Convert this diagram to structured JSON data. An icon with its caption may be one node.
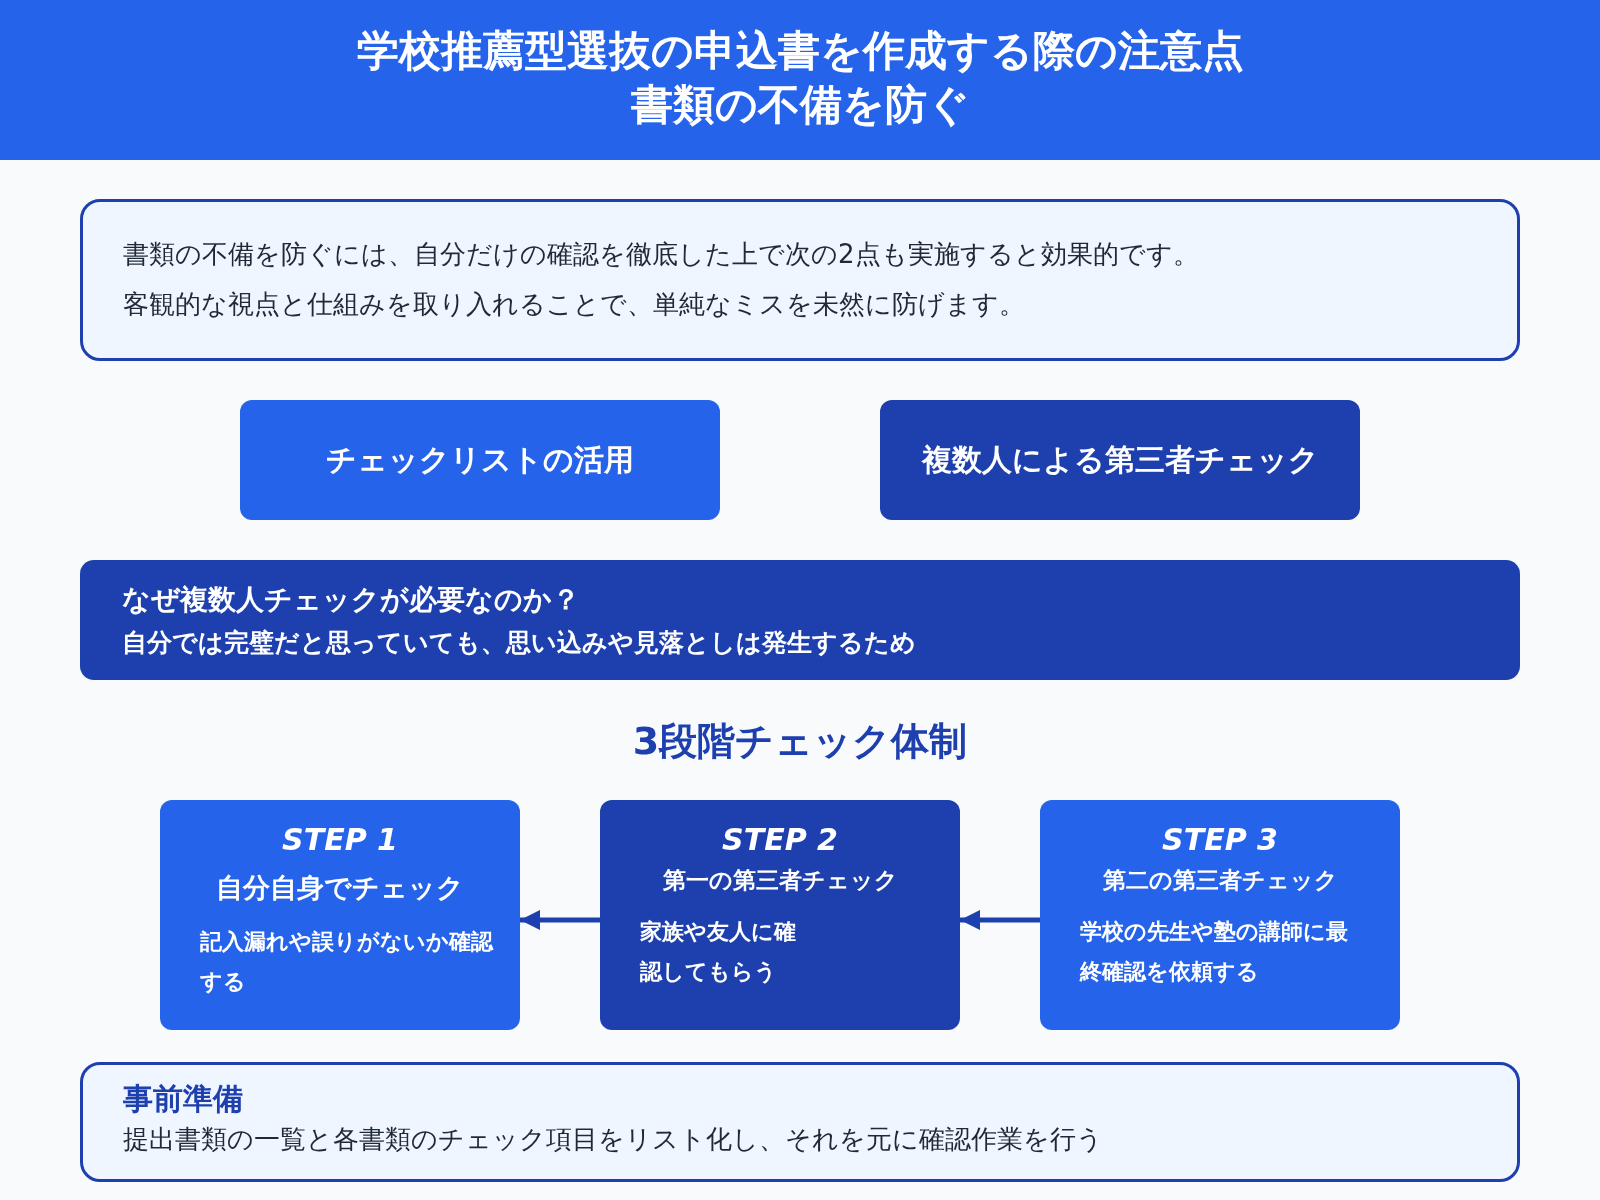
{
  "diagram": {
    "title": "学校推薦型選抜の申込書を作成する際の注意点",
    "nodes": [
      {
        "text": [
          "書類の不備を防ぐには、自分だけの確認を徹底した上で次の2点も実施すると効果的です。",
          "客観的な視点と仕組みを取り入れることで、単純なミスを未然に防げます。"
        ]
      },
      {
        "text": [
          "チェックリストの活用"
        ]
      },
      {
        "text": [
          "複数人による第三者チェック"
        ]
      },
      {
        "text": [
          "なぜ複数人チェックが必要なのか？",
          "自分では完璧だと思っていても、思い込みや見落としは発生するため"
        ]
      },
      {
        "text": [
          "STEP 1",
          "自分自身でチェック",
          "記入漏れや誤りがないか確認する"
        ]
      },
      {
        "text": [
          "STEP 2",
          "第一の第三者チェック",
          "家族や友人に確認してもらう"
        ]
      },
      {
        "text": [
          "STEP 3",
          "第二の第三者チェック",
          "学校の先生や塾の講師に最終確認を依頼する"
        ]
      },
      {
        "text": [
          "事前準備",
          "提出書類の一覧と各書類のチェック項目をリスト化し、それを元に確認作業を行う"
        ]
      }
    ],
    "edges": [
      {
        "from": 5,
        "to": 4,
        "arrow": "to"
      },
      {
        "from": 6,
        "to": 5,
        "arrow": "to"
      }
    ],
    "labels": [
      "書類の不備を防ぐ",
      "3段階チェック体制"
    ]
  }
}
